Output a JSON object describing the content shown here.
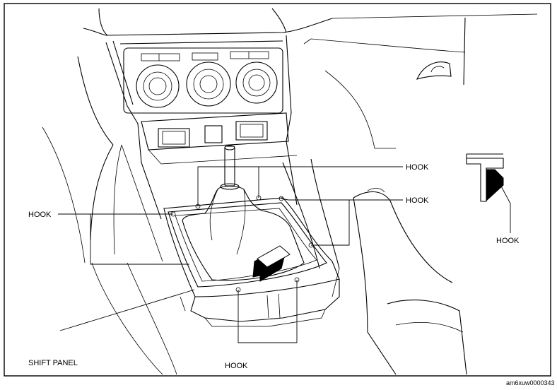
{
  "labels": {
    "hook_top_center": "HOOK",
    "hook_right": "HOOK",
    "hook_left": "HOOK",
    "hook_detail": "HOOK",
    "hook_bottom": "HOOK",
    "shift_panel": "SHIFT PANEL"
  },
  "figure_code": "am6xuw0000343"
}
